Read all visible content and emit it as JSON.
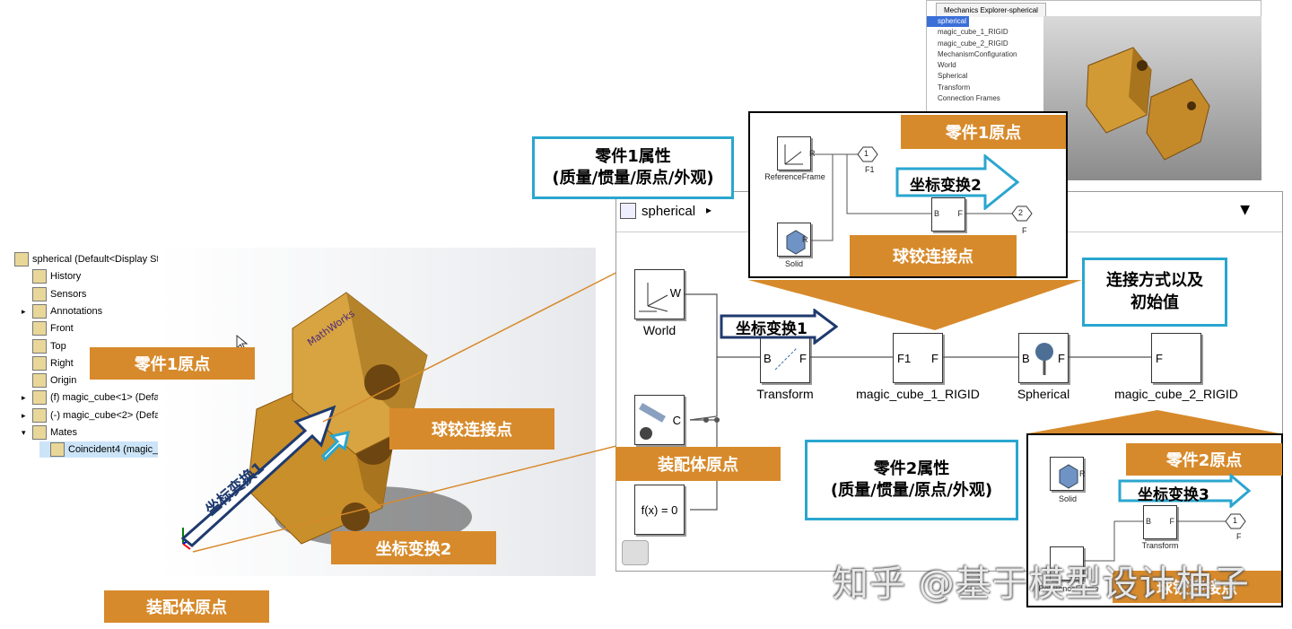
{
  "solidworks": {
    "tree": [
      {
        "label": "spherical  (Default<Display Stat",
        "icon": "assembly-icon",
        "expander": ""
      },
      {
        "label": "History",
        "icon": "history-icon",
        "expander": ""
      },
      {
        "label": "Sensors",
        "icon": "sensor-icon",
        "expander": ""
      },
      {
        "label": "Annotations",
        "icon": "annotations-icon",
        "expander": "▸"
      },
      {
        "label": "Front",
        "icon": "plane-icon",
        "expander": ""
      },
      {
        "label": "Top",
        "icon": "plane-icon",
        "expander": ""
      },
      {
        "label": "Right",
        "icon": "plane-icon",
        "expander": ""
      },
      {
        "label": "Origin",
        "icon": "origin-icon",
        "expander": ""
      },
      {
        "label": "(f) magic_cube<1> (Default",
        "icon": "part-icon",
        "expander": "▸"
      },
      {
        "label": "(-) magic_cube<2> (Default",
        "icon": "part-icon",
        "expander": "▸"
      },
      {
        "label": "Mates",
        "icon": "mates-icon",
        "expander": "▾"
      },
      {
        "label": "Coincident4 (magic_cu",
        "icon": "coincident-icon",
        "expander": ""
      }
    ],
    "selected_index": 11
  },
  "annotations": {
    "part1_origin": "零件1原点",
    "spherical_joint_point": "球铰连接点",
    "transform2": "坐标变换2",
    "transform1": "坐标变换1",
    "assembly_origin": "装配体原点",
    "transform3": "坐标变换3",
    "part2_origin": "零件2原点",
    "connection_initial": [
      "连接方式以及",
      "初始值"
    ],
    "part1_props": [
      "零件1属性",
      "(质量/惯量/原点/外观)"
    ],
    "part2_props": [
      "零件2属性",
      "(质量/惯量/原点/外观)"
    ]
  },
  "mechanics_explorer": {
    "tab": "Mechanics Explorer-spherical",
    "tree": [
      "spherical",
      "magic_cube_1_RIGID",
      "magic_cube_2_RIGID",
      "MechanismConfiguration",
      "World",
      "Spherical",
      "Transform",
      "Connection Frames"
    ]
  },
  "simulink": {
    "model_name": "spherical",
    "blocks": {
      "world": {
        "label": "World",
        "port": "W"
      },
      "transform": {
        "label": "Transform",
        "port_b": "B",
        "port_f": "F"
      },
      "cube1": {
        "label": "magic_cube_1_RIGID",
        "port_f1": "F1",
        "port_f": "F"
      },
      "spherical": {
        "label": "Spherical",
        "port_b": "B",
        "port_f": "F"
      },
      "cube2": {
        "label": "magic_cube_2_RIGID",
        "port_f": "F"
      },
      "solver": {
        "port": "C"
      },
      "fx": {
        "text": "f(x) = 0"
      }
    },
    "subsystem1": {
      "refframe": {
        "label": "ReferenceFrame",
        "port": "R"
      },
      "solid": {
        "label": "Solid",
        "port": "R"
      },
      "transform": {
        "port_b": "B",
        "port_f": "F"
      },
      "out1": {
        "num": "1",
        "label": "F1"
      },
      "out2": {
        "num": "2",
        "label": "F"
      }
    },
    "subsystem2": {
      "solid": {
        "label": "Solid",
        "port": "R"
      },
      "transform": {
        "label": "Transform",
        "port_b": "B",
        "port_f": "F"
      },
      "out1": {
        "num": "1",
        "label": "F"
      },
      "refframe": {
        "label": "ReferenceFrame"
      }
    }
  },
  "watermark": "知乎 @基于模型设计柚子",
  "colors": {
    "orange": "#d78a2b",
    "cyan": "#2aa6cf",
    "navy": "#1f3a6e"
  }
}
